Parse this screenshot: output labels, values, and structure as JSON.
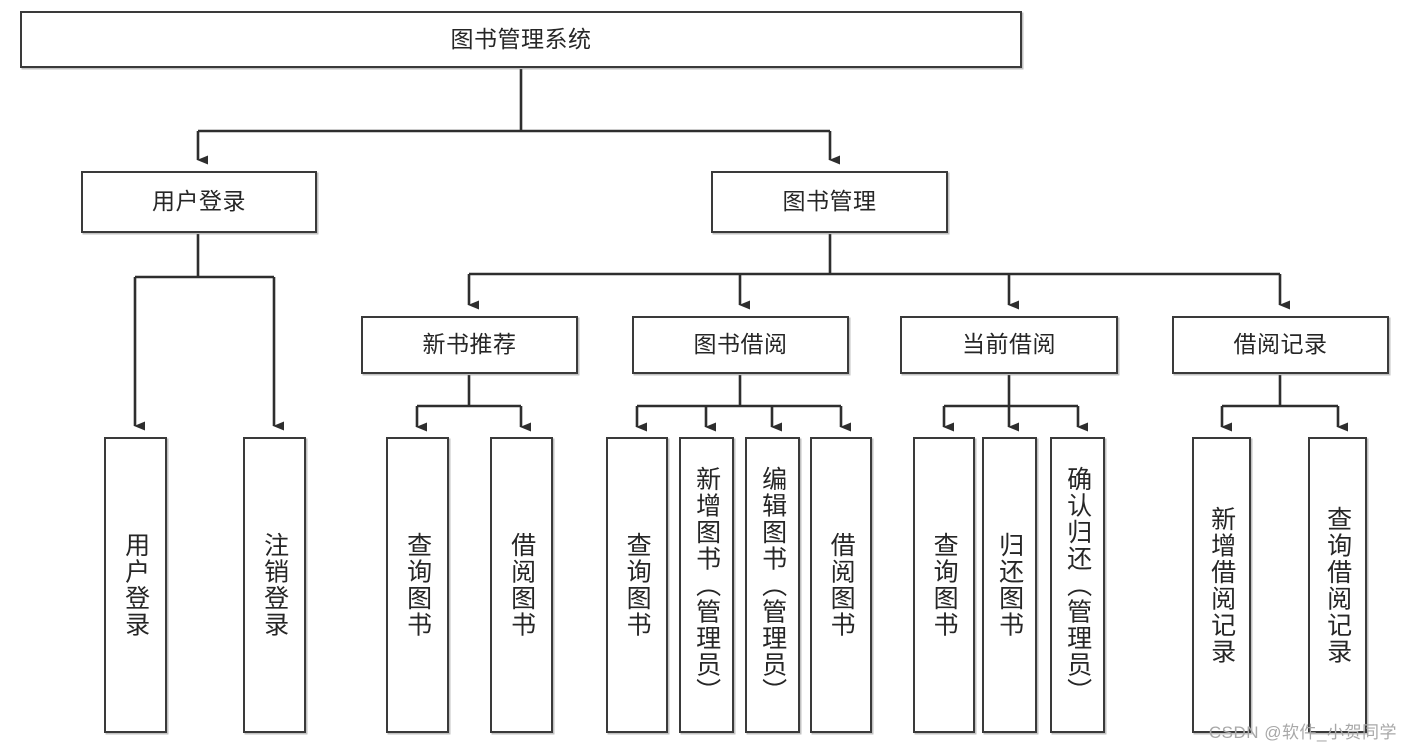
{
  "diagram": {
    "title": "图书管理系统",
    "type": "tree-hierarchy-chart",
    "root": {
      "label": "图书管理系统"
    },
    "level2": [
      {
        "label": "用户登录"
      },
      {
        "label": "图书管理"
      }
    ],
    "level3": [
      {
        "label": "新书推荐"
      },
      {
        "label": "图书借阅"
      },
      {
        "label": "当前借阅"
      },
      {
        "label": "借阅记录"
      }
    ],
    "leaves": {
      "user_login": [
        {
          "label": "用户登录"
        },
        {
          "label": "注销登录"
        }
      ],
      "new_book_recommend": [
        {
          "label": "查询图书"
        },
        {
          "label": "借阅图书"
        }
      ],
      "book_borrow": [
        {
          "label": "查询图书"
        },
        {
          "label": "新增图书（管理员）"
        },
        {
          "label": "编辑图书（管理员）"
        },
        {
          "label": "借阅图书"
        }
      ],
      "current_borrow": [
        {
          "label": "查询图书"
        },
        {
          "label": "归还图书"
        },
        {
          "label": "确认归还（管理员）"
        }
      ],
      "borrow_record": [
        {
          "label": "新增借阅记录"
        },
        {
          "label": "查询借阅记录"
        }
      ]
    }
  },
  "watermark": {
    "text": "CSDN @软件_小贺同学"
  },
  "colors": {
    "border": "#3a3a3a",
    "background": "#ffffff",
    "text": "#262626",
    "watermark": "#a8a8a8"
  }
}
